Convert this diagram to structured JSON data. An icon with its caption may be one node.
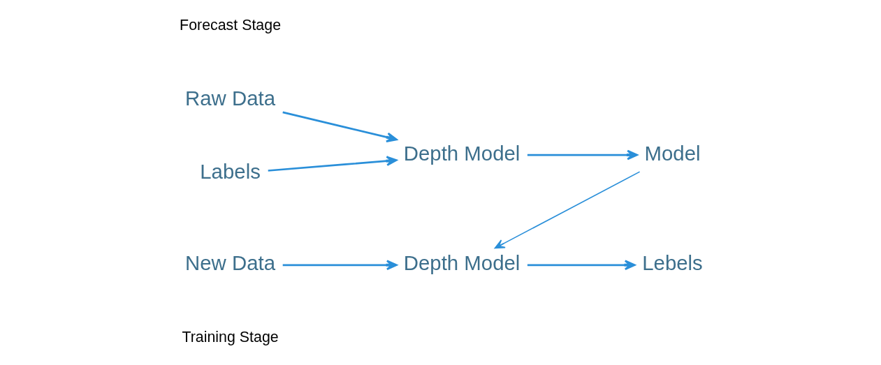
{
  "diagram": {
    "nodes": [
      {
        "text": [
          "Raw Data"
        ]
      },
      {
        "text": [
          "Depth Model"
        ]
      },
      {
        "text": [
          "Model"
        ]
      },
      {
        "text": [
          "Labels"
        ]
      },
      {
        "text": [
          "New Data"
        ]
      },
      {
        "text": [
          "Depth Model"
        ]
      },
      {
        "text": [
          "Lebels"
        ]
      }
    ],
    "edges": [
      {
        "from": 0,
        "to": 1,
        "arrow": "to"
      },
      {
        "from": 3,
        "to": 1,
        "arrow": "to"
      },
      {
        "from": 1,
        "to": 2,
        "arrow": "to"
      },
      {
        "from": 2,
        "to": 5,
        "arrow": "to"
      },
      {
        "from": 4,
        "to": 5,
        "arrow": "to"
      },
      {
        "from": 5,
        "to": 6,
        "arrow": "to"
      }
    ],
    "labels": [
      "Training Stage",
      "Forecast Stage"
    ]
  }
}
